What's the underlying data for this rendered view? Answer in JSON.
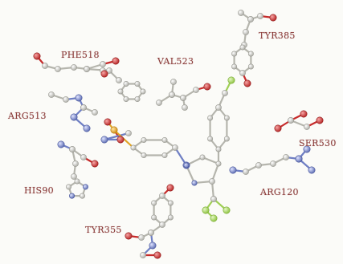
{
  "labels": {
    "tyr385": "TYR385",
    "phe518": "PHE518",
    "val523": "VAL523",
    "arg513": "ARG513",
    "ser530": "SER530",
    "his90": "HIS90",
    "arg120": "ARG120",
    "tyr355": "TYR355"
  },
  "colors": {
    "label": "#8a3a38",
    "carbon": "#c9c9c2",
    "oxygen": "#c62a2a",
    "nitrogen": "#6f7fc4",
    "sulfur": "#e0a424",
    "fluorine": "#9fcf55",
    "bond": "#b5b5ad"
  }
}
